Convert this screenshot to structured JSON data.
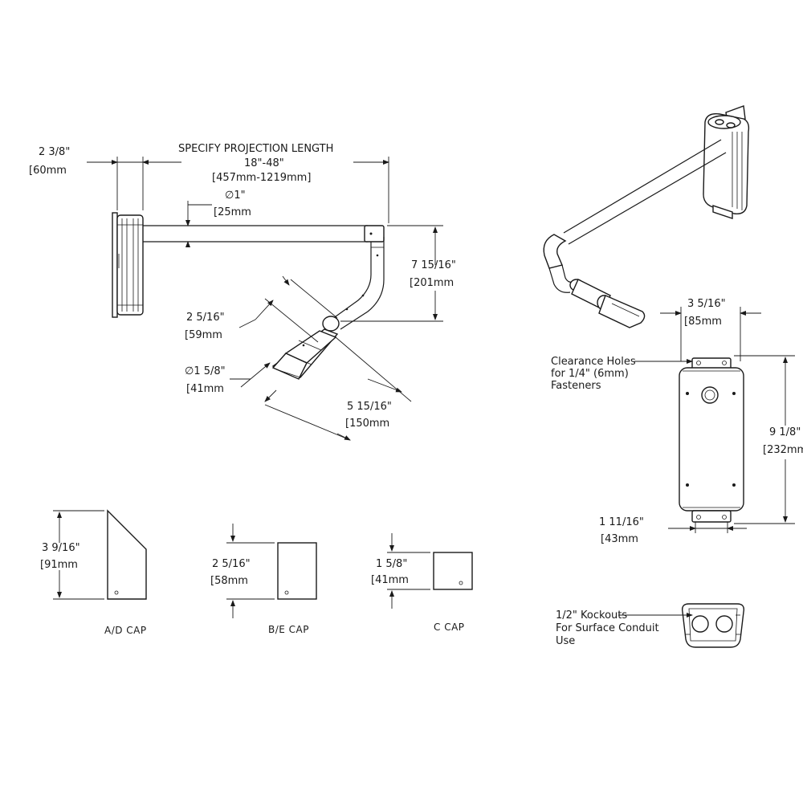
{
  "projection": {
    "heading": "SPECIFY PROJECTION LENGTH",
    "range_in": "18\"-48\"",
    "range_mm": "[457mm-1219mm]"
  },
  "dims": {
    "backplate_depth_in": "2 3/8\"",
    "backplate_depth_mm": "[60mm",
    "arm_dia_in": "∅1\"",
    "arm_dia_mm": "[25mm",
    "drop_in": "7 15/16\"",
    "drop_mm": "[201mm",
    "head_offset_in": "2 5/16\"",
    "head_offset_mm": "[59mm",
    "head_dia_in": "∅1 5/8\"",
    "head_dia_mm": "[41mm",
    "head_len_in": "5 15/16\"",
    "head_len_mm": "[150mm",
    "box_width_in": "3 5/16\"",
    "box_width_mm": "[85mm",
    "box_height_in": "9 1/8\"",
    "box_height_mm": "[232mm",
    "tab_width_in": "1 11/16\"",
    "tab_width_mm": "[43mm",
    "ad_cap_in": "3 9/16\"",
    "ad_cap_mm": "[91mm",
    "be_cap_in": "2 5/16\"",
    "be_cap_mm": "[58mm",
    "c_cap_in": "1 5/8\"",
    "c_cap_mm": "[41mm"
  },
  "notes": {
    "clearance": [
      "Clearance Holes",
      "for 1/4\" (6mm)",
      "Fasteners"
    ],
    "kockouts": [
      "1/2\" Kockouts",
      "For Surface Conduit",
      "Use"
    ]
  },
  "caps": {
    "ad": "A/D CAP",
    "be": "B/E CAP",
    "c": "C CAP"
  }
}
